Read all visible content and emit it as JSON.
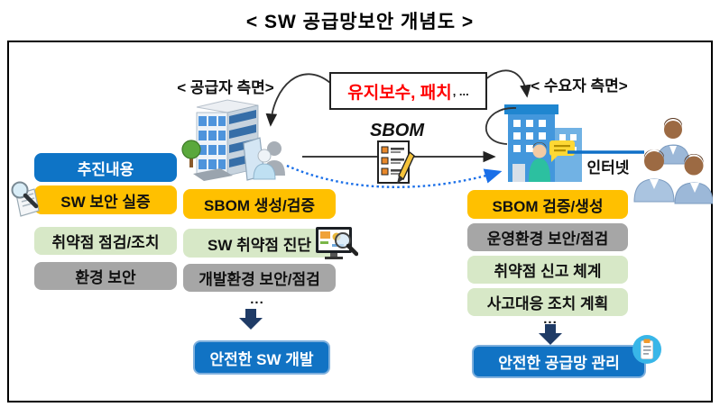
{
  "title": "< SW 공급망보안 개념도 >",
  "labels": {
    "supplier_side": "< 공급자 측면>",
    "consumer_side": "< 수요자 측면>",
    "maintenance_red": "유지보수, 패치",
    "maintenance_black": ", ...",
    "sbom": "SBOM",
    "internet": "인터넷",
    "ellipsis": "..."
  },
  "legend": {
    "header": "추진내용",
    "items": [
      {
        "label": "SW 보안 실증",
        "color": "yellow"
      },
      {
        "label": "취약점 점검/조치",
        "color": "green"
      },
      {
        "label": "환경 보안",
        "color": "gray"
      }
    ]
  },
  "supplier_column": {
    "items": [
      {
        "label": "SBOM 생성/검증",
        "color": "yellow"
      },
      {
        "label": "SW 취약점 진단",
        "color": "green"
      },
      {
        "label": "개발환경 보안/점검",
        "color": "gray"
      }
    ],
    "result": "안전한 SW 개발"
  },
  "consumer_column": {
    "items": [
      {
        "label": "SBOM 검증/생성",
        "color": "yellow"
      },
      {
        "label": "운영환경 보안/점검",
        "color": "gray"
      },
      {
        "label": "취약점 신고 체계",
        "color": "green"
      },
      {
        "label": "사고대응 조치 계획",
        "color": "green"
      }
    ],
    "result": "안전한 공급망 관리"
  },
  "icons": {
    "search_document_icon": "magnifier-over-document",
    "supplier_building_icon": "office-building-with-tree-and-developers",
    "sbom_document_icon": "checklist-document-with-pencil",
    "consumer_building_icon": "blue-building-with-worker-and-speech-bubble",
    "internet_users_icon": "three-person-group",
    "vulnerability_scan_icon": "monitor-with-magnifier",
    "report_clipboard_icon": "clipboard-in-light-blue-circle",
    "down_arrow_icon": "solid-navy-down-arrow"
  },
  "colors": {
    "header_blue": "#0e74c6",
    "result_blue": "#1173c4",
    "yellow": "#ffc000",
    "green": "#d7e8c7",
    "gray": "#a6a6a6",
    "navy_arrow": "#1f3b66",
    "red_text": "#ff0000",
    "dotted_arrow_blue": "#1a6fe8",
    "internet_line_blue": "#1070c8"
  }
}
